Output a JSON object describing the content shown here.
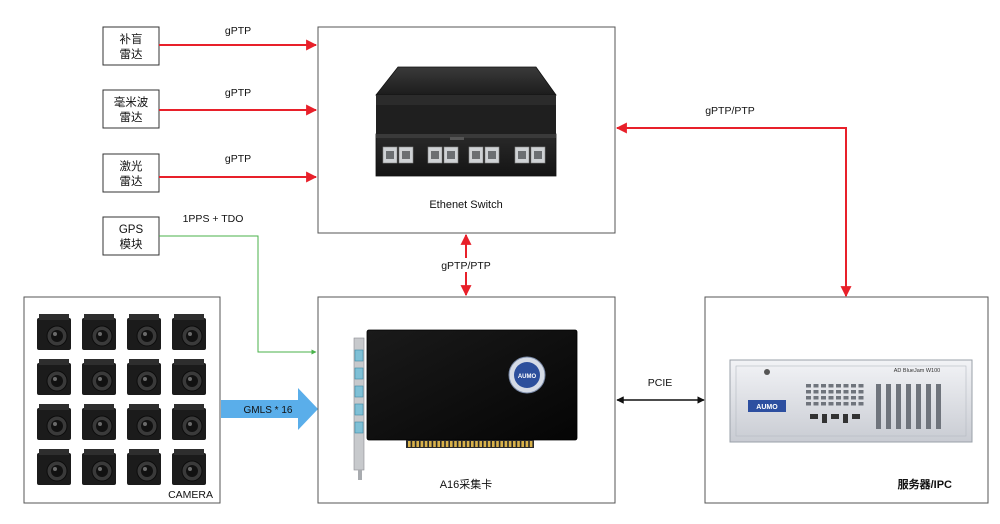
{
  "sources": [
    {
      "line1": "补盲",
      "line2": "雷达",
      "link_label": "gPTP"
    },
    {
      "line1": "毫米波",
      "line2": "雷达",
      "link_label": "gPTP"
    },
    {
      "line1": "激光",
      "line2": "雷达",
      "link_label": "gPTP"
    },
    {
      "line1": "GPS",
      "line2": "模块",
      "link_label": "1PPS + TDO"
    }
  ],
  "switch": {
    "label": "Ethenet Switch"
  },
  "capture_card": {
    "label": "A16采集卡",
    "fan_logo": "AUMO"
  },
  "server": {
    "label": "服务器/IPC",
    "brand": "AUMO",
    "model": "AD BlueJam W100"
  },
  "camera": {
    "label": "CAMERA",
    "count": 16
  },
  "links": {
    "switch_to_card": "gPTP/PTP",
    "switch_to_server": "gPTP/PTP",
    "card_to_server": "PCIE",
    "camera_to_card": "GMLS * 16"
  },
  "colors": {
    "ptp": "#e8202a",
    "pps": "#49b24a",
    "gmsl": "#5aaeea",
    "pcie": "#111111"
  }
}
